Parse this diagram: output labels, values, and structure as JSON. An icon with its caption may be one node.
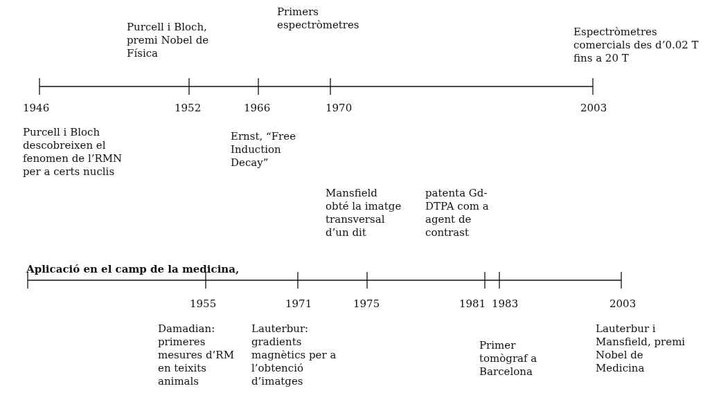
{
  "diagram": {
    "labels": [
      "Purcell i Bloch, premi Nobel de Física",
      "Primers espectròmetres",
      "Espectròmetres comercials des d’0.02 T fins a 20 T",
      "1946",
      "1952",
      "1966",
      "1970",
      "2003",
      "Purcell i Bloch descobreixen el fenomen de l’RMN per a certs nuclis",
      "Ernst, “Free Induction Decay”",
      "Mansfield obté la imatge transversal d’un dit",
      "patenta Gd-DTPA com a agent de contrast",
      "Aplicació en el camp de la medicina,",
      "1955",
      "1971",
      "1975",
      "1981",
      "1983",
      "2003",
      "Damadian: primeres mesures d’RM en teixits animals",
      "Lauterbur: gradients magnètics per a l’obtenció d’imatges",
      "Primer tomògraf a Barcelona",
      "Lauterbur i Mansfield, premi Nobel de Medicina"
    ]
  }
}
